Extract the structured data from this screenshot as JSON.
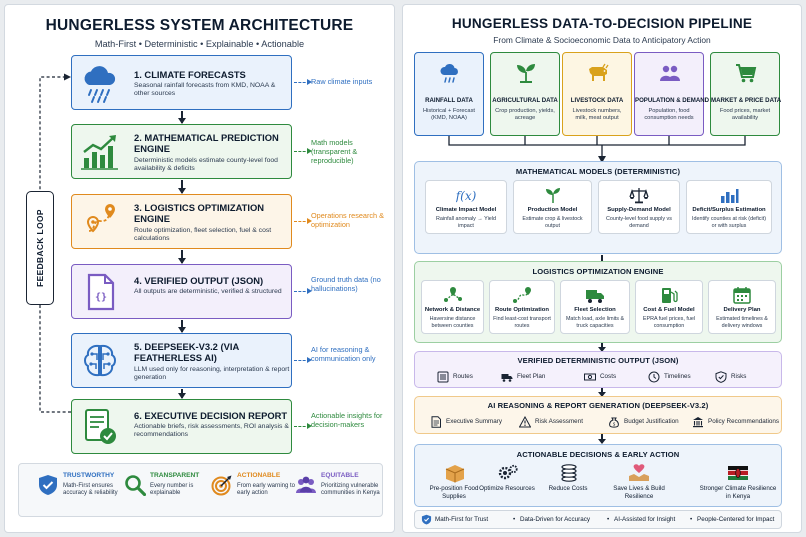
{
  "left": {
    "title": "HUNGERLESS SYSTEM ARCHITECTURE",
    "subtitle": "Math-First • Deterministic • Explainable • Actionable",
    "feedback_label": "FEEDBACK LOOP",
    "steps": [
      {
        "title": "1. CLIMATE FORECASTS",
        "desc": "Seasonal rainfall forecasts from KMD, NOAA & other sources",
        "side": "Raw climate inputs",
        "icon": "cloud-rain-icon",
        "color": "#2f6fc0",
        "bg": "#eaf2fc"
      },
      {
        "title": "2. MATHEMATICAL PREDICTION ENGINE",
        "desc": "Deterministic models estimate county-level food availability & deficits",
        "side": "Math models (transparent & reproducible)",
        "icon": "bar-chart-icon",
        "color": "#2e8a3e",
        "bg": "#eef7ee"
      },
      {
        "title": "3. LOGISTICS OPTIMIZATION ENGINE",
        "desc": "Route optimization, fleet selection, fuel & cost calculations",
        "side": "Operations research & optimization",
        "icon": "route-icon",
        "color": "#e08a1e",
        "bg": "#fdf5e8"
      },
      {
        "title": "4. VERIFIED OUTPUT (JSON)",
        "desc": "All outputs are deterministic, verified & structured",
        "side": "Ground truth data (no hallucinations)",
        "icon": "json-file-icon",
        "color": "#7a5cc2",
        "bg": "#f3effb"
      },
      {
        "title": "5. DEEPSEEK-V3.2 (VIA FEATHERLESS AI)",
        "desc": "LLM used only for reasoning, interpretation & report generation",
        "side": "AI for reasoning & communication only",
        "icon": "brain-icon",
        "color": "#2f6fc0",
        "bg": "#eaf2fc"
      },
      {
        "title": "6. EXECUTIVE DECISION REPORT",
        "desc": "Actionable briefs, risk assessments, ROI analysis & recommendations",
        "side": "Actionable insights for decision-makers",
        "icon": "report-check-icon",
        "color": "#2e8a3e",
        "bg": "#eef7ee"
      }
    ],
    "principles": [
      {
        "title": "TRUSTWORTHY",
        "desc": "Math-First ensures accuracy & reliability",
        "icon": "shield-check-icon",
        "color": "#2f6fc0"
      },
      {
        "title": "TRANSPARENT",
        "desc": "Every number is explainable",
        "icon": "magnifier-icon",
        "color": "#2e8a3e"
      },
      {
        "title": "ACTIONABLE",
        "desc": "From early warning to early action",
        "icon": "target-icon",
        "color": "#e08a1e"
      },
      {
        "title": "EQUITABLE",
        "desc": "Prioritizing vulnerable communities in Kenya",
        "icon": "people-icon",
        "color": "#7a5cc2"
      }
    ]
  },
  "right": {
    "title": "HUNGERLESS DATA-TO-DECISION PIPELINE",
    "subtitle": "From Climate & Socioeconomic Data to Anticipatory Action",
    "sources": [
      {
        "title": "RAINFALL DATA",
        "desc": "Historical + Forecast (KMD, NOAA)",
        "icon": "cloud-rain-icon",
        "color": "#2f6fc0",
        "bg": "#eaf2fc"
      },
      {
        "title": "AGRICULTURAL DATA",
        "desc": "Crop production, yields, acreage",
        "icon": "sprout-icon",
        "color": "#2e8a3e",
        "bg": "#eef7ee"
      },
      {
        "title": "LIVESTOCK DATA",
        "desc": "Livestock numbers, milk, meat output",
        "icon": "cow-icon",
        "color": "#d9a21c",
        "bg": "#fdf6e3"
      },
      {
        "title": "POPULATION & DEMAND",
        "desc": "Population, food consumption needs",
        "icon": "population-icon",
        "color": "#7a5cc2",
        "bg": "#f3effb"
      },
      {
        "title": "MARKET & PRICE DATA",
        "desc": "Food prices, market availability",
        "icon": "cart-icon",
        "color": "#2e8a3e",
        "bg": "#eef7ee"
      }
    ],
    "models": {
      "title": "MATHEMATICAL MODELS (DETERMINISTIC)",
      "items": [
        {
          "title": "Climate Impact Model",
          "desc": "Rainfall anomaly → Yield impact",
          "icon": "function-icon"
        },
        {
          "title": "Production Model",
          "desc": "Estimate crop & livestock output",
          "icon": "sprout-icon"
        },
        {
          "title": "Supply-Demand Model",
          "desc": "County-level food supply vs demand",
          "icon": "balance-scale-icon"
        },
        {
          "title": "Deficit/Surplus Estimation",
          "desc": "Identify counties at risk (deficit) or with surplus",
          "icon": "bar-chart-icon"
        }
      ]
    },
    "logistics": {
      "title": "LOGISTICS OPTIMIZATION ENGINE",
      "items": [
        {
          "title": "Network & Distance",
          "desc": "Haversine distance between counties",
          "icon": "network-pin-icon"
        },
        {
          "title": "Route Optimization",
          "desc": "Find least-cost transport routes",
          "icon": "route-icon"
        },
        {
          "title": "Fleet Selection",
          "desc": "Match load, axle limits & truck capacities",
          "icon": "truck-icon"
        },
        {
          "title": "Cost & Fuel Model",
          "desc": "EPRA fuel prices, fuel consumption",
          "icon": "fuel-pump-icon"
        },
        {
          "title": "Delivery Plan",
          "desc": "Estimated timelines & delivery windows",
          "icon": "calendar-icon"
        }
      ]
    },
    "verified": {
      "title": "VERIFIED DETERMINISTIC OUTPUT (JSON)",
      "items": [
        {
          "label": "Routes",
          "icon": "list-icon"
        },
        {
          "label": "Fleet Plan",
          "icon": "truck-icon"
        },
        {
          "label": "Costs",
          "icon": "cash-icon"
        },
        {
          "label": "Timelines",
          "icon": "clock-icon"
        },
        {
          "label": "Risks",
          "icon": "shield-check-icon"
        }
      ]
    },
    "ai": {
      "title": "AI REASONING & REPORT GENERATION (DEEPSEEK-V3.2)",
      "items": [
        {
          "label": "Executive Summary",
          "icon": "document-icon"
        },
        {
          "label": "Risk Assessment",
          "icon": "warning-icon"
        },
        {
          "label": "Budget Justification",
          "icon": "money-bag-icon"
        },
        {
          "label": "Policy Recommendations",
          "icon": "institution-icon"
        }
      ]
    },
    "actions": {
      "title": "ACTIONABLE DECISIONS & EARLY ACTION",
      "items": [
        {
          "label": "Pre-position Food Supplies",
          "icon": "box-icon"
        },
        {
          "label": "Optimize Resources",
          "icon": "gears-icon"
        },
        {
          "label": "Reduce Costs",
          "icon": "coins-icon"
        },
        {
          "label": "Save Lives & Build Resilience",
          "icon": "hands-heart-icon"
        },
        {
          "label": "Stronger Climate Resilience in Kenya",
          "icon": "kenya-flag-icon"
        }
      ]
    },
    "footer": [
      {
        "label": "Math-First for Trust",
        "icon": "shield-check-icon"
      },
      {
        "label": "Data-Driven for Accuracy",
        "icon": "bullet-icon"
      },
      {
        "label": "AI-Assisted for Insight",
        "icon": "bullet-icon"
      },
      {
        "label": "People-Centered for Impact",
        "icon": "bullet-icon"
      }
    ]
  }
}
